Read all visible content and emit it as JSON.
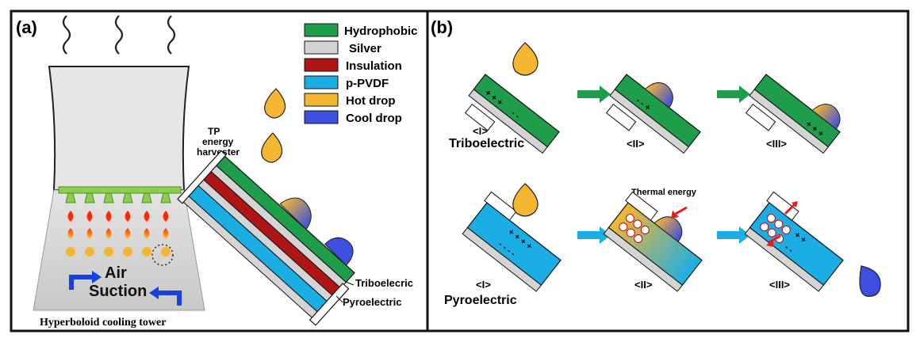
{
  "panel_a": {
    "label": "(a)",
    "legend": [
      {
        "label": "Hydrophobic",
        "color": "#1e9e4a"
      },
      {
        "label": "Silver",
        "color": "#d4d4d4"
      },
      {
        "label": "Insulation",
        "color": "#b01515"
      },
      {
        "label": "p-PVDF",
        "color": "#1aaee5"
      },
      {
        "label": "Hot drop",
        "color": "#f5b731"
      },
      {
        "label": "Cool drop",
        "color": "#3d4fe0"
      }
    ],
    "tower_caption": "Hyperboloid cooling tower",
    "air_label_1": "Air",
    "air_label_2": "Suction",
    "device_label_1": "TP",
    "device_label_2": "energy",
    "device_label_3": "harvester",
    "triboelectric_label": "Triboelecric",
    "pyroelectric_label": "Pyroelectric"
  },
  "panel_b": {
    "label": "(b)",
    "steps": [
      "<I>",
      "<II>",
      "<III>"
    ],
    "tribo_title": "Triboelectric",
    "pyro_title": "Pyroelectric",
    "thermal_label": "Thermal energy"
  }
}
